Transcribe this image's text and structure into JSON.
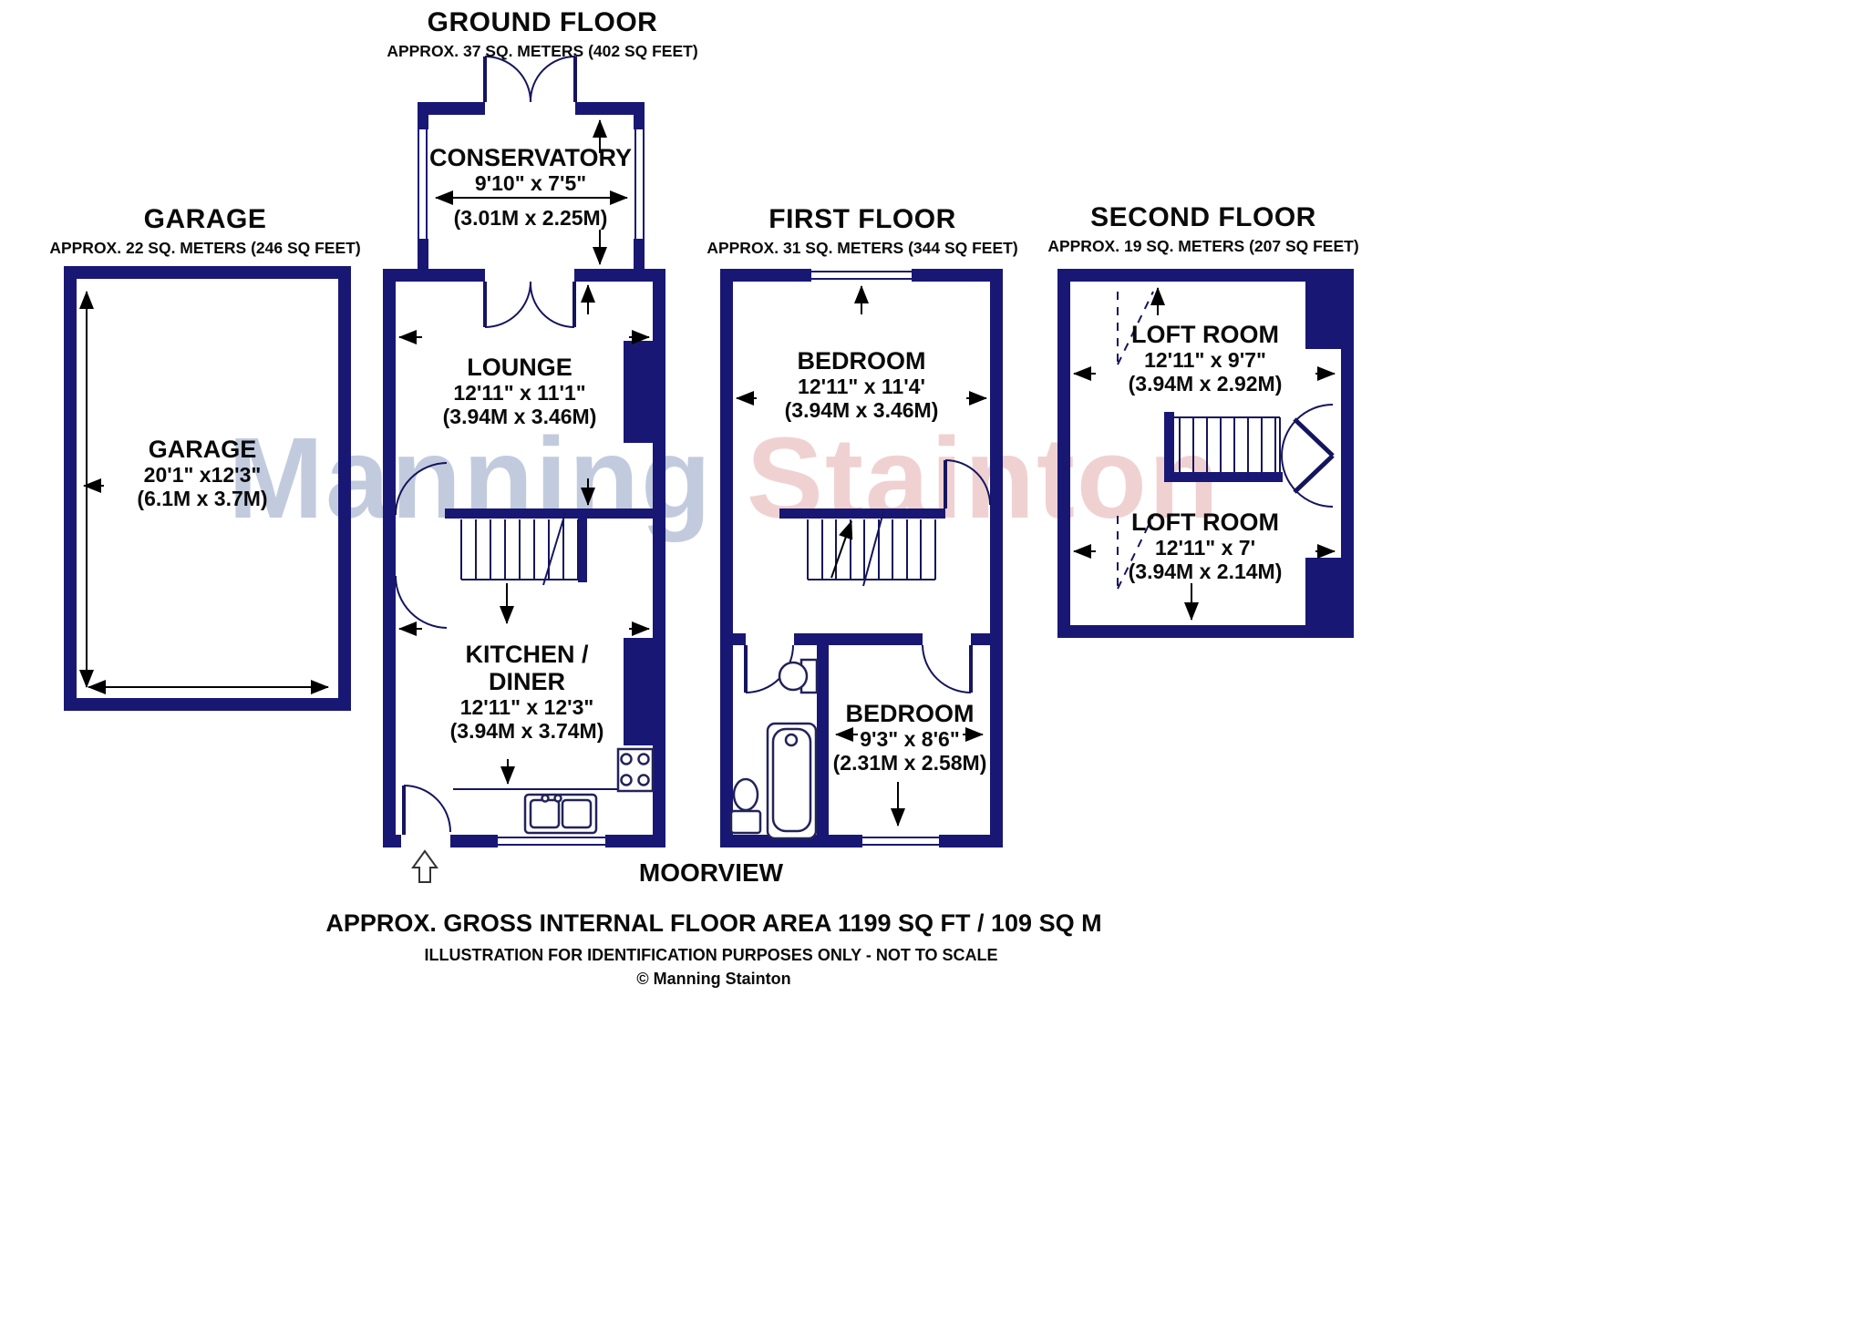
{
  "floors": {
    "ground": {
      "title": "GROUND FLOOR",
      "subtitle": "APPROX. 37 SQ. METERS (402 SQ FEET)"
    },
    "garage": {
      "title": "GARAGE",
      "subtitle": "APPROX. 22 SQ. METERS (246 SQ FEET)"
    },
    "first": {
      "title": "FIRST FLOOR",
      "subtitle": "APPROX. 31 SQ. METERS (344 SQ FEET)"
    },
    "second": {
      "title": "SECOND FLOOR",
      "subtitle": "APPROX. 19 SQ. METERS (207 SQ FEET)"
    }
  },
  "rooms": {
    "conservatory": {
      "name": "CONSERVATORY",
      "imperial": "9'10\" x 7'5\"",
      "metric": "(3.01M x 2.25M)"
    },
    "lounge": {
      "name": "LOUNGE",
      "imperial": "12'11\" x 11'1\"",
      "metric": "(3.94M x 3.46M)"
    },
    "kitchen": {
      "name_line1": "KITCHEN /",
      "name_line2": "DINER",
      "imperial": "12'11\" x 12'3\"",
      "metric": "(3.94M x 3.74M)"
    },
    "garage": {
      "name": "GARAGE",
      "imperial": "20'1\" x12'3\"",
      "metric": "(6.1M x 3.7M)"
    },
    "bedroom1": {
      "name": "BEDROOM",
      "imperial": "12'11\" x 11'4'",
      "metric": "(3.94M x 3.46M)"
    },
    "bedroom2": {
      "name": "BEDROOM",
      "imperial": "9'3\" x 8'6\"",
      "metric": "(2.31M x 2.58M)"
    },
    "loft1": {
      "name": "LOFT ROOM",
      "imperial": "12'11\" x 9'7\"",
      "metric": "(3.94M x 2.92M)"
    },
    "loft2": {
      "name": "LOFT ROOM",
      "imperial": "12'11\" x 7'",
      "metric": "(3.94M x 2.14M)"
    }
  },
  "footer": {
    "property_name": "MOORVIEW",
    "total_area": "APPROX. GROSS INTERNAL FLOOR AREA 1199 SQ FT / 109 SQ M",
    "disclaimer": "ILLUSTRATION FOR IDENTIFICATION PURPOSES ONLY - NOT TO SCALE",
    "copyright": "© Manning Stainton"
  },
  "watermark": {
    "word1": "Manning",
    "word2": "Stainton"
  },
  "colors": {
    "wall": "#181874",
    "watermark1": "#b4bfd6",
    "watermark2": "#edc6c7"
  }
}
